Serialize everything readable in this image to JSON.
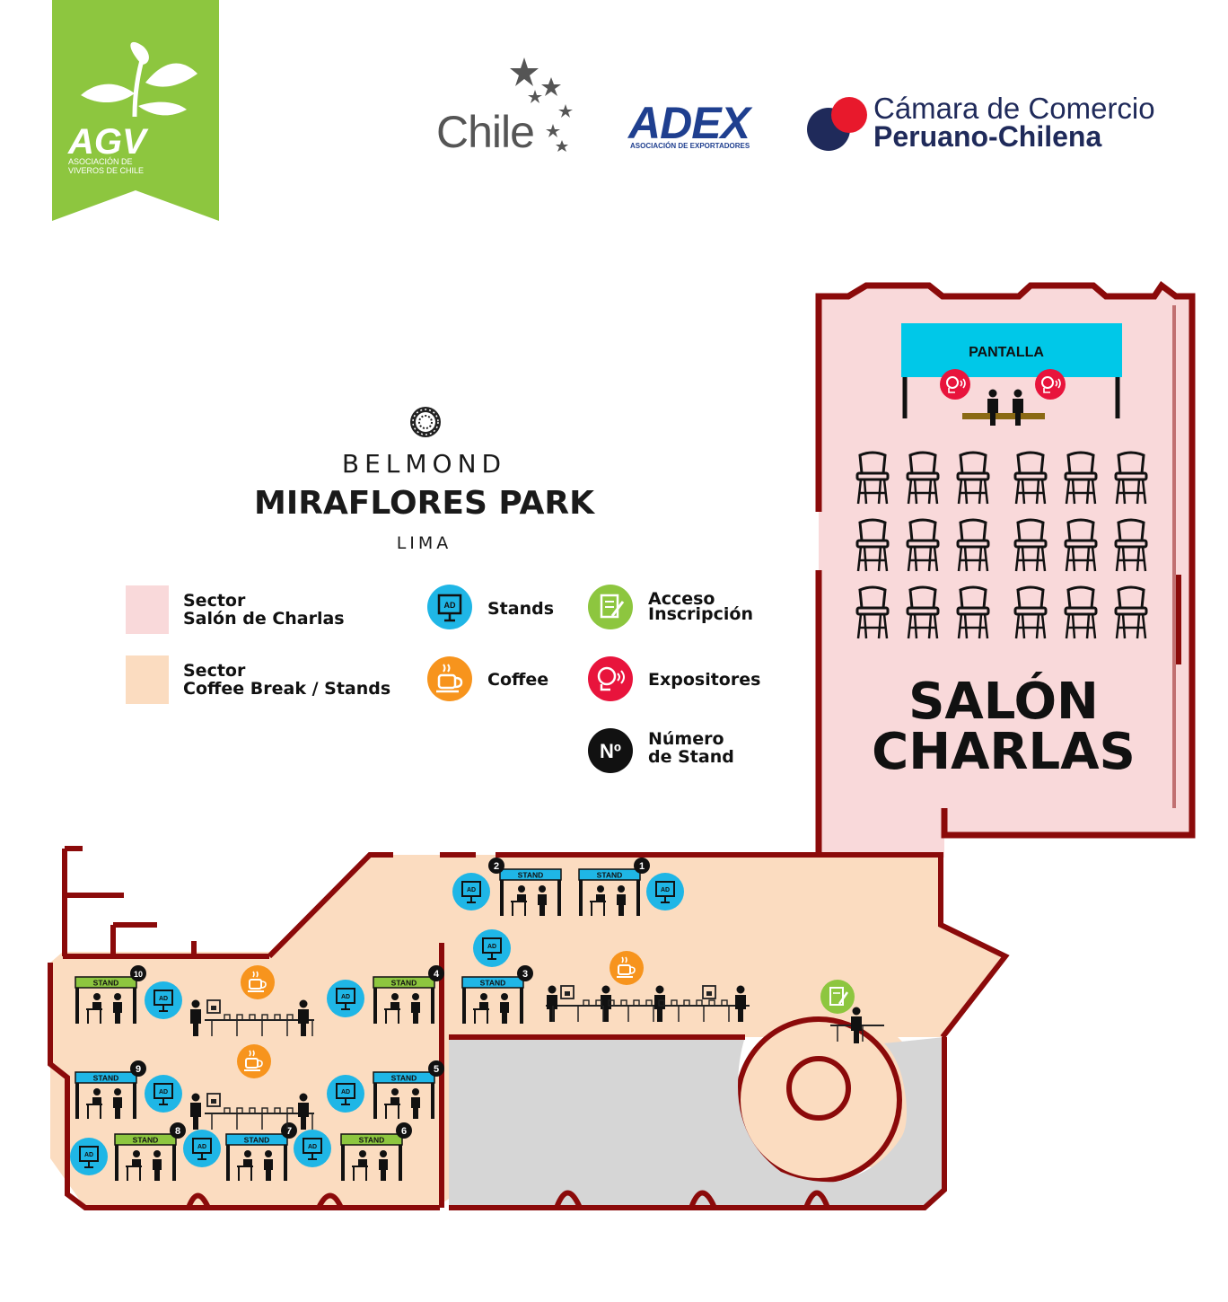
{
  "logos": {
    "agv": {
      "name": "AGV",
      "subtitle": "ASOCIACIÓN DE\nVIVEROS DE CHILE"
    },
    "chile": {
      "name": "Chile"
    },
    "adex": {
      "name": "ADEX",
      "subtitle": "ASOCIACIÓN DE EXPORTADORES"
    },
    "camara": {
      "line1": "Cámara de Comercio",
      "line2": "Peruano-Chilena"
    }
  },
  "venue": {
    "brand": "BELMOND",
    "name": "MIRAFLORES PARK",
    "city": "LIMA"
  },
  "legend": {
    "salon": "Sector\nSalón de Charlas",
    "coffee_sector": "Sector\nCoffee Break / Stands",
    "stands": "Stands",
    "coffee": "Coffee",
    "acceso": "Acceso\nInscripción",
    "expositores": "Expositores",
    "numero": "Número\nde Stand",
    "numero_badge": "Nº"
  },
  "salon": {
    "screen_label": "PANTALLA",
    "title_line1": "SALÓN",
    "title_line2": "CHARLAS",
    "chair_rows": 3,
    "chair_cols": 6
  },
  "stand_label": "STAND",
  "stand_icon_label": "AD",
  "stands": [
    {
      "number": "1",
      "label": "STAND"
    },
    {
      "number": "2",
      "label": "STAND"
    },
    {
      "number": "3",
      "label": "STAND"
    },
    {
      "number": "4",
      "label": "STAND"
    },
    {
      "number": "5",
      "label": "STAND"
    },
    {
      "number": "6",
      "label": "STAND"
    },
    {
      "number": "7",
      "label": "STAND"
    },
    {
      "number": "8",
      "label": "STAND"
    },
    {
      "number": "9",
      "label": "STAND"
    },
    {
      "number": "10",
      "label": "STAND"
    }
  ],
  "colors": {
    "agv_green": "#8dc63f",
    "wall": "#8b0a0a",
    "salon_fill": "#f9d9da",
    "coffee_fill": "#fbdcc0",
    "grey_area": "#d6d6d6",
    "screen_cyan": "#00c8e8",
    "stand_blue": "#1fb6e6",
    "coffee_orange": "#f7941d",
    "access_green": "#8dc63f",
    "speaker_red": "#e8143c",
    "adex_blue": "#1f3f8f",
    "camara_navy": "#1f2a5a",
    "camara_red": "#e8192c"
  }
}
